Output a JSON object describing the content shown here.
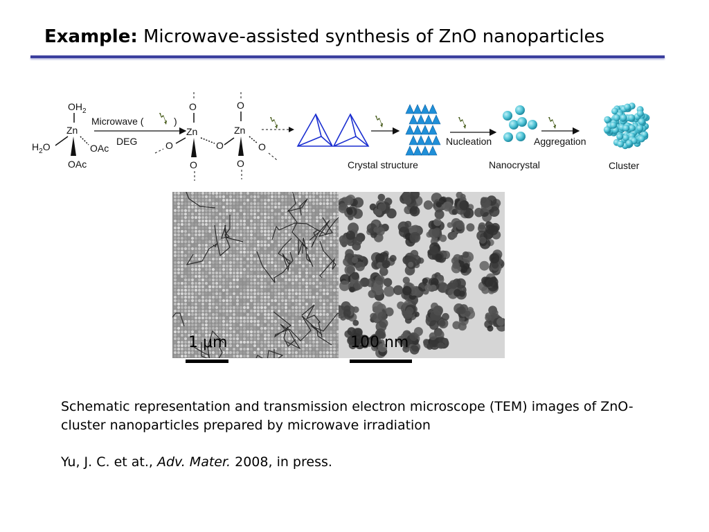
{
  "title": {
    "bold": "Example:",
    "text": " Microwave-assisted synthesis of ZnO nanoparticles"
  },
  "scheme": {
    "oh2": "OH",
    "oh2_sub": "2",
    "zn": "Zn",
    "h2o_h": "H",
    "h2o_sub": "2",
    "h2o_o": "O",
    "oac1": "OAc",
    "oac2": "OAc",
    "microwave": "Microwave (",
    "microwave_close": ")",
    "deg": "DEG",
    "o": "O",
    "nucleation": "Nucleation",
    "aggregation": "Aggregation",
    "crystal_structure": "Crystal structure",
    "nanocrystal": "Nanocrystal",
    "cluster": "Cluster"
  },
  "images": {
    "sem_scale": "1 μm",
    "tem_scale": "100 nm"
  },
  "caption": "Schematic representation and transmission  electron microscope (TEM) images of ZnO-cluster nanoparticles prepared by microwave irradiation",
  "reference": {
    "authors": "Yu, J. C. et at., ",
    "journal": "Adv. Mater.",
    "rest": " 2008, in press."
  },
  "colors": {
    "rule": "#3b3f9e",
    "triangle": "#1f8fd8",
    "sphere": "#4fc3d6",
    "bolt": "#4a5e1f"
  }
}
